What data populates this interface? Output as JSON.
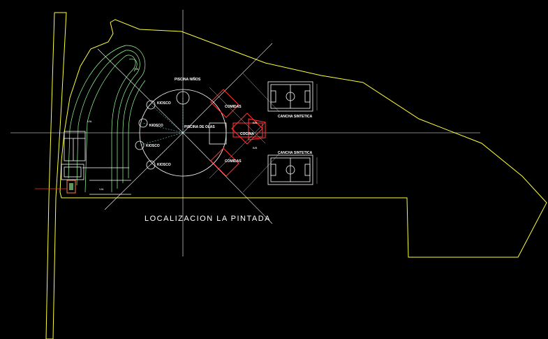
{
  "drawing": {
    "title": "LOCALIZACION  LA  PINTADA",
    "labels": {
      "piscina_ninos": "PISCINA NIÑOS",
      "piscina_olas": "PISCINA DE OLAS",
      "comidas_top": "COMIDAS",
      "comidas_bottom": "COMIDAS",
      "cocina": "COCINA",
      "cancha_1": "CANCHA SINTETICA",
      "cancha_2": "CANCHA SINTETICA",
      "kiosco_1": "KIOSCO",
      "kiosco_2": "KIOSCO",
      "kiosco_3": "KIOSCO",
      "kiosco_4": "KIOSCO",
      "via_1": "VIA",
      "via_2": "VIA",
      "via_3": "VIA",
      "banos_1": "B/B",
      "banos_2": "B/B"
    },
    "colors": {
      "background": "#000000",
      "boundary": "#ffff3c",
      "lines": "#ffffff",
      "paths": "#9aff9a",
      "pavilion": "#ff3030"
    }
  }
}
